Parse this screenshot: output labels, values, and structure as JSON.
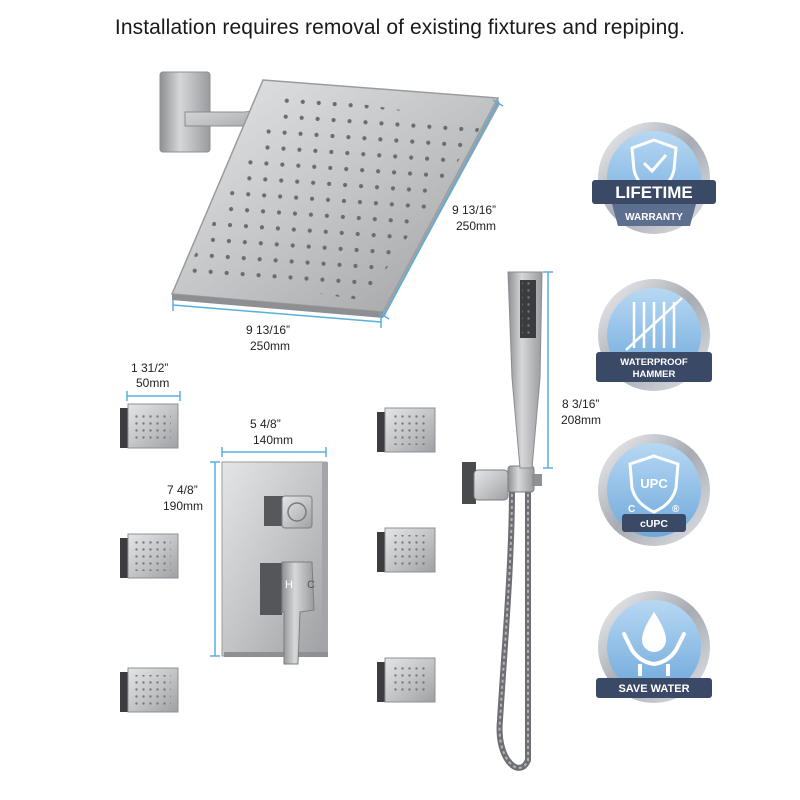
{
  "title": "Installation requires removal of existing fixtures and repiping.",
  "dimensions": {
    "showerhead_side": {
      "in": "9 13/16”",
      "mm": "250mm"
    },
    "showerhead_bottom": {
      "in": "9 13/16”",
      "mm": "250mm"
    },
    "body_jet": {
      "in": "1 31/2”",
      "mm": "50mm"
    },
    "valve_width": {
      "in": "5 4/8”",
      "mm": "140mm"
    },
    "valve_height": {
      "in": "7 4/8”",
      "mm": "190mm"
    },
    "handheld": {
      "in": "8 3/16”",
      "mm": "208mm"
    }
  },
  "valve_labels": {
    "hot": "H",
    "cold": "C"
  },
  "badges": [
    {
      "icon": "shield-check-icon",
      "label": "LIFETIME",
      "sublabel": "WARRANTY"
    },
    {
      "icon": "hammer-icon",
      "label": "WATERPROOF",
      "sublabel": "HAMMER"
    },
    {
      "icon": "upc-shield-icon",
      "label": "UPC",
      "sublabel": "cUPC",
      "marks": [
        "C",
        "®"
      ]
    },
    {
      "icon": "water-drop-hands-icon",
      "label": "SAVE WATER",
      "sublabel": ""
    }
  ],
  "colors": {
    "dimension_line": "#5aaede",
    "metal": "#b8b9bb",
    "badge_blue": "#8ec1ea",
    "badge_dark": "#3a4a66"
  }
}
